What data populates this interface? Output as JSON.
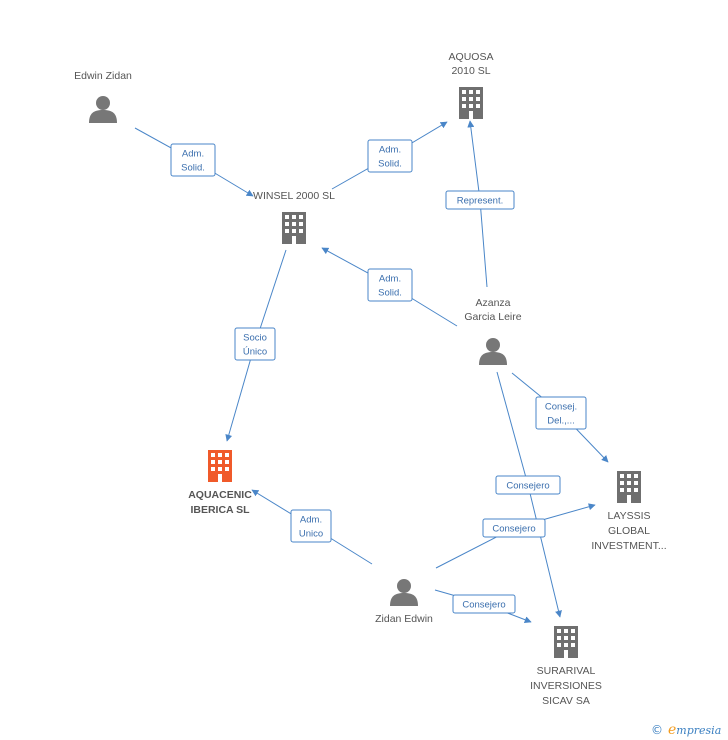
{
  "colors": {
    "edge": "#4a86c8",
    "company": "#6f6f6f",
    "focus_company": "#f05a2a",
    "person": "#777777",
    "label_text": "#3b6fae"
  },
  "nodes": {
    "edwin_zidan": {
      "kind": "person",
      "lines": [
        "Edwin Zidan"
      ]
    },
    "aquosa": {
      "kind": "company",
      "lines": [
        "AQUOSA",
        "2010 SL"
      ]
    },
    "winsel": {
      "kind": "company",
      "lines": [
        "WINSEL 2000 SL"
      ]
    },
    "azanza": {
      "kind": "person",
      "lines": [
        "Azanza",
        "Garcia Leire"
      ]
    },
    "aquacenic": {
      "kind": "focus_company",
      "lines": [
        "AQUACENIC",
        "IBERICA SL"
      ]
    },
    "layssis": {
      "kind": "company",
      "lines": [
        "LAYSSIS",
        "GLOBAL",
        "INVESTMENT..."
      ]
    },
    "zidan_edwin": {
      "kind": "person",
      "lines": [
        "Zidan Edwin"
      ]
    },
    "surarival": {
      "kind": "company",
      "lines": [
        "SURARIVAL",
        "INVERSIONES",
        "SICAV SA"
      ]
    }
  },
  "edges": [
    {
      "id": "e1",
      "from": "edwin_zidan",
      "to": "winsel",
      "label": [
        "Adm.",
        "Solid."
      ]
    },
    {
      "id": "e2",
      "from": "winsel",
      "to": "aquosa",
      "label": [
        "Adm.",
        "Solid."
      ]
    },
    {
      "id": "e3",
      "from": "azanza",
      "to": "aquosa",
      "label": [
        "Represent."
      ]
    },
    {
      "id": "e4",
      "from": "azanza",
      "to": "winsel",
      "label": [
        "Adm.",
        "Solid."
      ]
    },
    {
      "id": "e5",
      "from": "winsel",
      "to": "aquacenic",
      "label": [
        "Socio",
        "Único"
      ]
    },
    {
      "id": "e6",
      "from": "azanza",
      "to": "layssis",
      "label": [
        "Consej.",
        "Del.,..."
      ]
    },
    {
      "id": "e7",
      "from": "azanza",
      "to": "surarival",
      "label": [
        "Consejero"
      ]
    },
    {
      "id": "e8",
      "from": "zidan_edwin",
      "to": "aquacenic",
      "label": [
        "Adm.",
        "Unico"
      ]
    },
    {
      "id": "e9",
      "from": "zidan_edwin",
      "to": "layssis",
      "label": [
        "Consejero"
      ]
    },
    {
      "id": "e10",
      "from": "zidan_edwin",
      "to": "surarival",
      "label": [
        "Consejero"
      ]
    }
  ],
  "footer": {
    "copyright_symbol": "©",
    "brand_initial": "e",
    "brand_rest": "mpresia"
  }
}
